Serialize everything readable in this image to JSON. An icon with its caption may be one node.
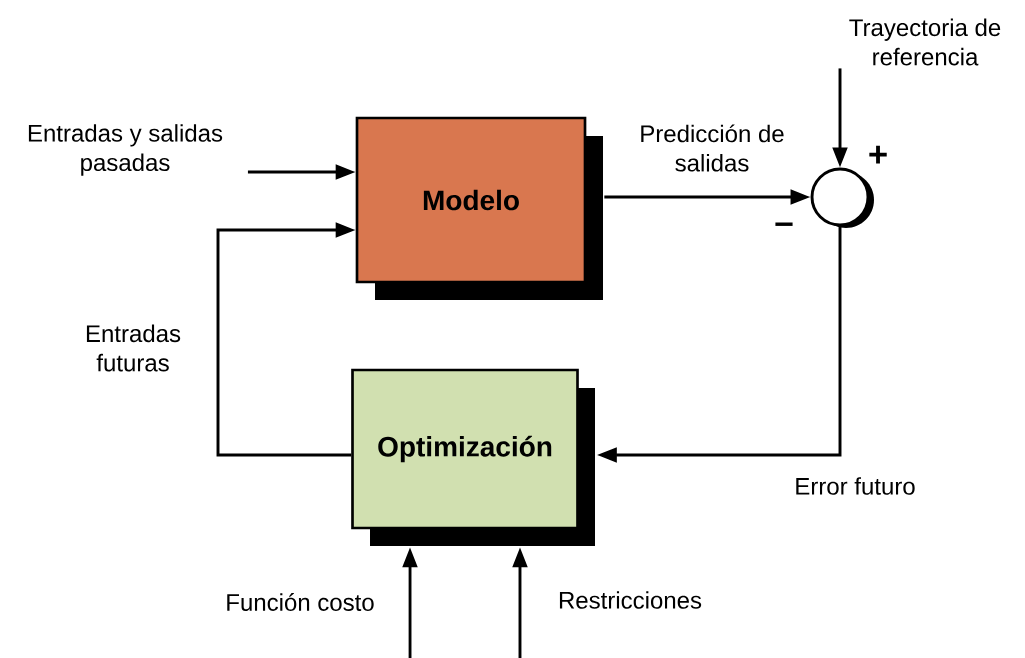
{
  "diagram": {
    "nodes": [
      {
        "text": [
          "Trayectoria de referencia"
        ]
      },
      {
        "text": [
          "Entradas y salidas pasadas"
        ]
      },
      {
        "text": [
          "Modelo"
        ]
      },
      {
        "text": [],
        "shape": "circle"
      },
      {
        "text": [
          "Optimización"
        ]
      }
    ],
    "edges": [
      {
        "from": 0,
        "to": 3,
        "arrow": "to"
      },
      {
        "from": 1,
        "to": 2,
        "arrow": "to"
      },
      {
        "from": 4,
        "to": 2,
        "arrow": "to",
        "label": "Entradas futuras"
      },
      {
        "from": 2,
        "to": 3,
        "arrow": "to",
        "label": "Predicción de salidas"
      },
      {
        "from": 3,
        "to": 4,
        "arrow": "to",
        "label": "Error futuro"
      },
      {
        "from": null,
        "to": 4,
        "arrow": "to",
        "label": "Función costo"
      },
      {
        "from": null,
        "to": 4,
        "arrow": "to",
        "label": "Restricciones"
      }
    ],
    "labels": [
      "+",
      "–"
    ]
  }
}
